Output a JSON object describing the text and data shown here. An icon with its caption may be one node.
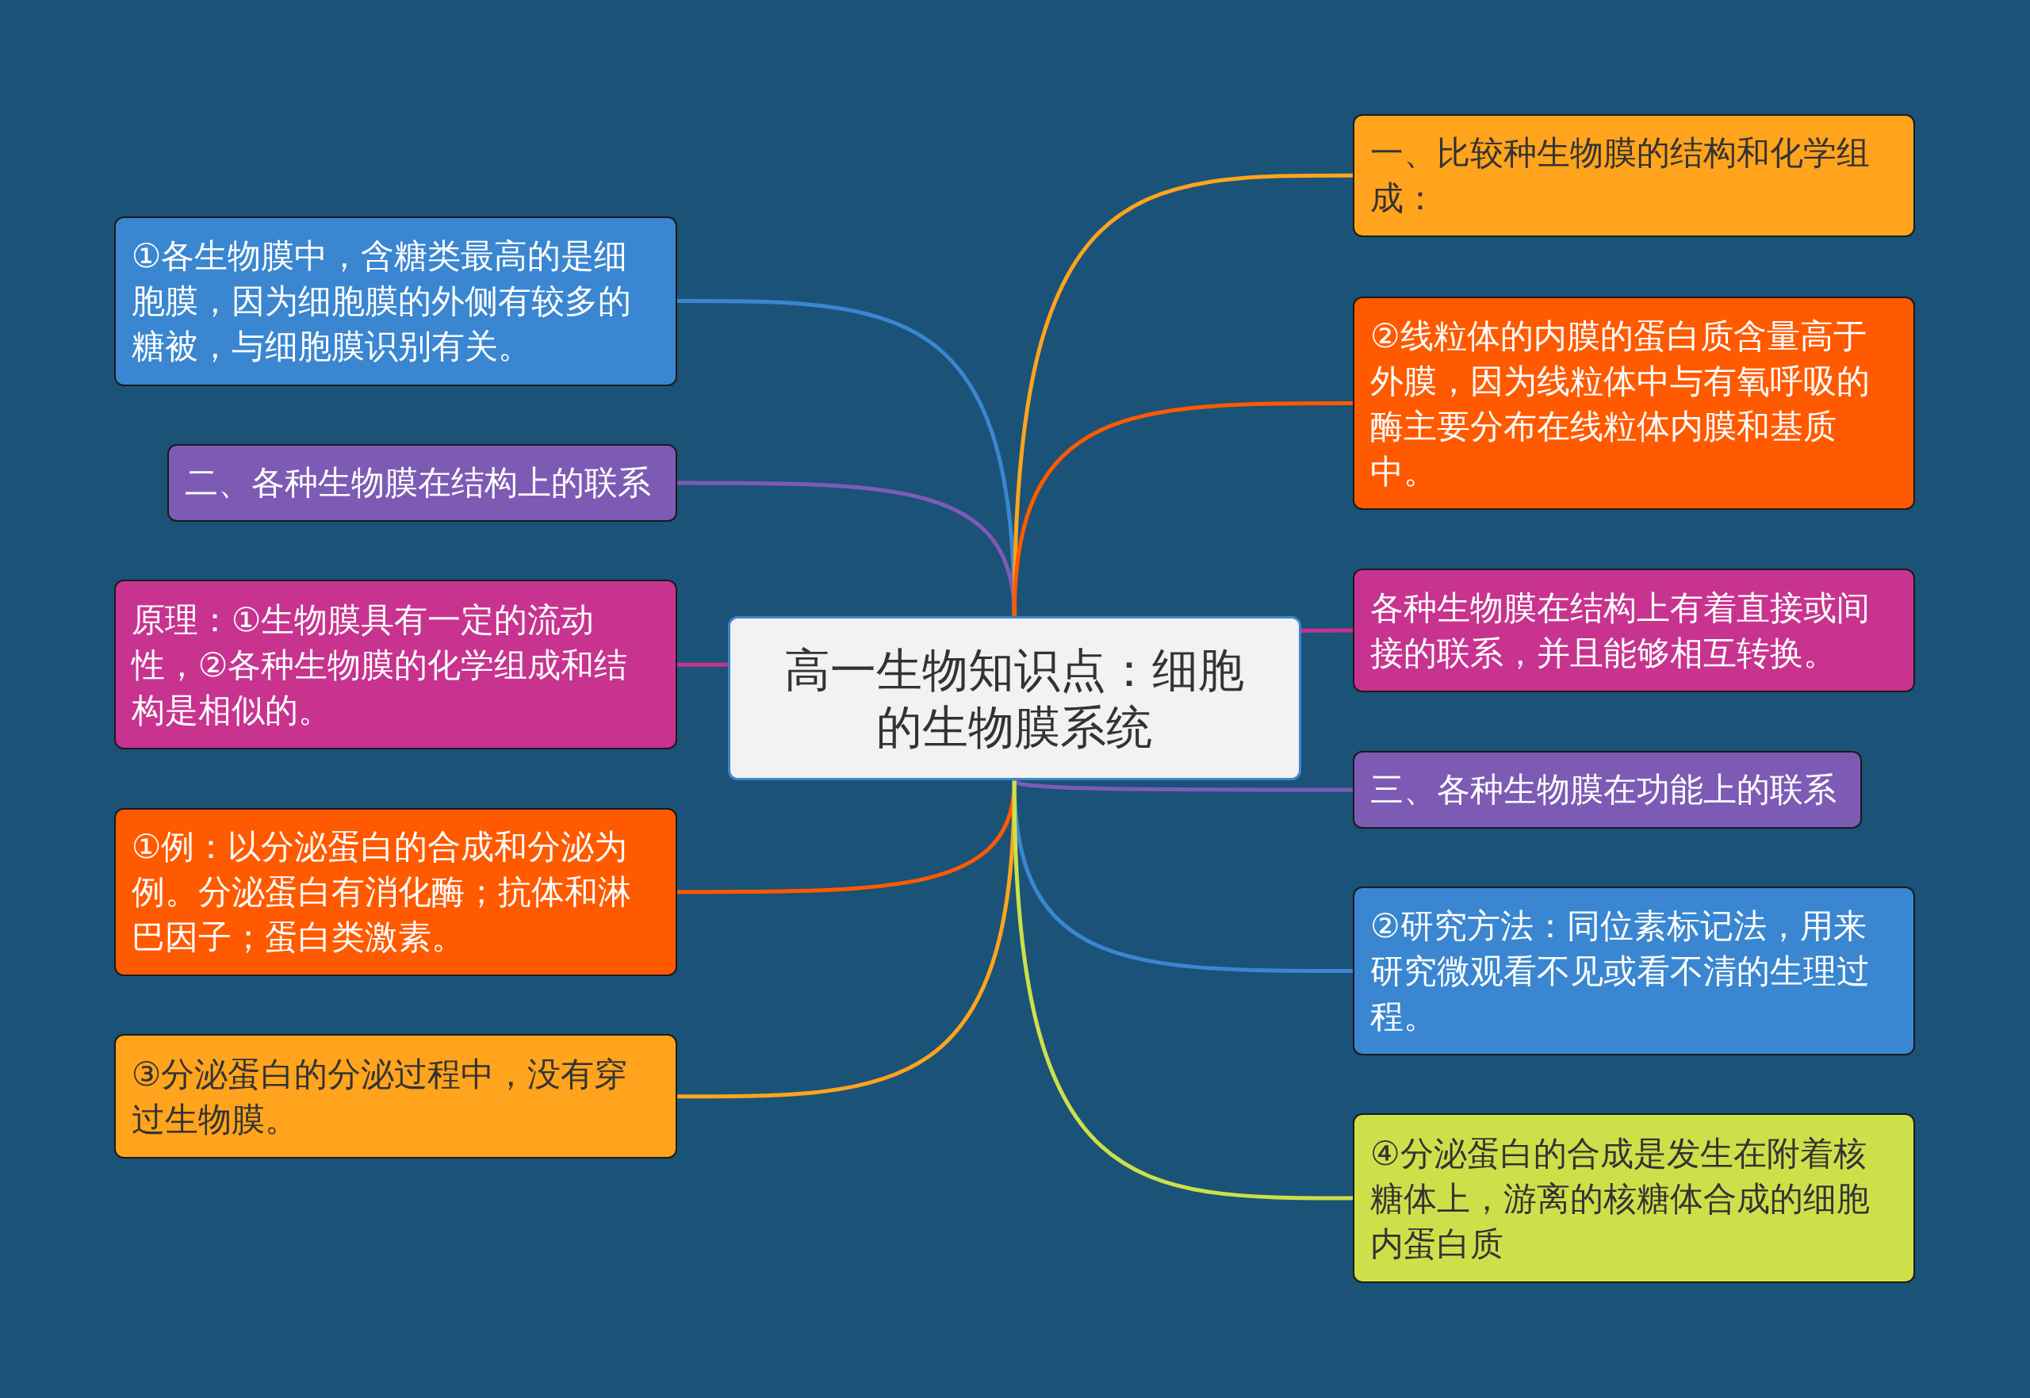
{
  "diagram": {
    "nodes": [
      {
        "text": [
          "高一生物知识点：细胞的生物膜系统"
        ]
      },
      {
        "text": [
          "①各生物膜中，含糖类最高的是细胞膜，因为细胞膜的外侧有较多的糖被，与细胞膜识别有关。"
        ]
      },
      {
        "text": [
          "二、各种生物膜在结构上的联系"
        ]
      },
      {
        "text": [
          "原理：①生物膜具有一定的流动性，②各种生物膜的化学组成和结构是相似的。"
        ]
      },
      {
        "text": [
          "①例：以分泌蛋白的合成和分泌为例。分泌蛋白有消化酶；抗体和淋巴因子；蛋白类激素。"
        ]
      },
      {
        "text": [
          "③分泌蛋白的分泌过程中，没有穿过生物膜。"
        ]
      },
      {
        "text": [
          "一、比较种生物膜的结构和化学组成："
        ]
      },
      {
        "text": [
          "②线粒体的内膜的蛋白质含量高于外膜，因为线粒体中与有氧呼吸的酶主要分布在线粒体内膜和基质中。"
        ]
      },
      {
        "text": [
          "各种生物膜在结构上有着直接或间接的联系，并且能够相互转换。"
        ]
      },
      {
        "text": [
          "三、各种生物膜在功能上的联系"
        ]
      },
      {
        "text": [
          "②研究方法：同位素标记法，用来研究微观看不见或看不清的生理过程。"
        ]
      },
      {
        "text": [
          "④分泌蛋白的合成是发生在附着核糖体上，游离的核糖体合成的细胞内蛋白质"
        ]
      }
    ],
    "edges": [
      {
        "from": 0,
        "to": 1,
        "arrow": "none",
        "color": "#3a86d0"
      },
      {
        "from": 0,
        "to": 2,
        "arrow": "none",
        "color": "#7d5bb5"
      },
      {
        "from": 0,
        "to": 3,
        "arrow": "none",
        "color": "#c8338f"
      },
      {
        "from": 0,
        "to": 4,
        "arrow": "none",
        "color": "#ff5a00"
      },
      {
        "from": 0,
        "to": 5,
        "arrow": "none",
        "color": "#ffa41c"
      },
      {
        "from": 0,
        "to": 6,
        "arrow": "none",
        "color": "#ffa41c"
      },
      {
        "from": 0,
        "to": 7,
        "arrow": "none",
        "color": "#ff5a00"
      },
      {
        "from": 0,
        "to": 8,
        "arrow": "none",
        "color": "#c8338f"
      },
      {
        "from": 0,
        "to": 9,
        "arrow": "none",
        "color": "#7d5bb5"
      },
      {
        "from": 0,
        "to": 10,
        "arrow": "none",
        "color": "#3a86d0"
      },
      {
        "from": 0,
        "to": 11,
        "arrow": "none",
        "color": "#cde04a"
      }
    ]
  }
}
